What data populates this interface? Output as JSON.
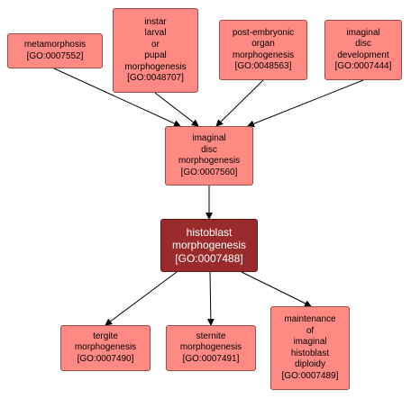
{
  "colors": {
    "term_fill": "#ff8a84",
    "focus_fill": "#9b2b2b",
    "edge": "#000000"
  },
  "nodes": {
    "metamorphosis": {
      "lines": [
        "metamorphosis",
        "[GO:0007552]"
      ]
    },
    "instar": {
      "lines": [
        "instar",
        "larval",
        "or",
        "pupal",
        "morphogenesis",
        "[GO:0048707]"
      ]
    },
    "post_embryonic": {
      "lines": [
        "post-embryonic",
        "organ",
        "morphogenesis",
        "[GO:0048563]"
      ]
    },
    "disc_development": {
      "lines": [
        "imaginal",
        "disc",
        "development",
        "[GO:0007444]"
      ]
    },
    "disc_morphogenesis": {
      "lines": [
        "imaginal",
        "disc",
        "morphogenesis",
        "[GO:0007560]"
      ]
    },
    "histoblast": {
      "lines": [
        "histoblast",
        "morphogenesis",
        "[GO:0007488]"
      ]
    },
    "tergite": {
      "lines": [
        "tergite",
        "morphogenesis",
        "[GO:0007490]"
      ]
    },
    "sternite": {
      "lines": [
        "sternite",
        "morphogenesis",
        "[GO:0007491]"
      ]
    },
    "maintenance": {
      "lines": [
        "maintenance",
        "of",
        "imaginal",
        "histoblast",
        "diploidy",
        "[GO:0007489]"
      ]
    }
  }
}
